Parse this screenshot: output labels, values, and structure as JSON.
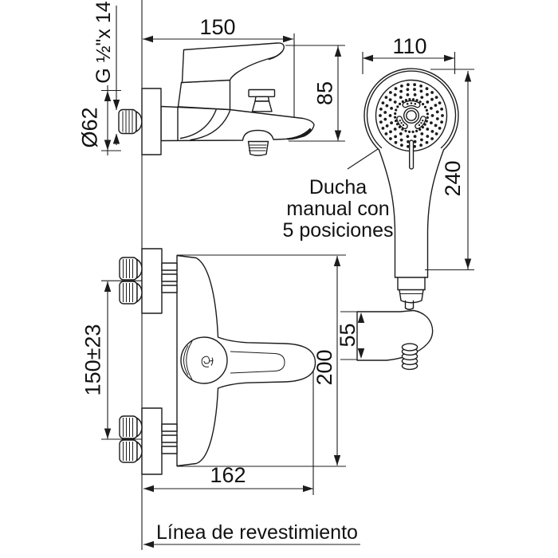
{
  "colors": {
    "line": "#1c1c1c",
    "background": "#ffffff",
    "text": "#111111"
  },
  "views": {
    "mixer_side": {
      "dim_width": "150",
      "dim_height": "85",
      "thread_label": "G ½\"x 14",
      "flange_diameter": "Ø62"
    },
    "hand_shower": {
      "dim_head_diameter": "110",
      "dim_length": "240",
      "dim_holder_height": "55",
      "note_line1": "Ducha",
      "note_line2": "manual con",
      "note_line3": "5 posiciones"
    },
    "mixer_front": {
      "dim_inlet_spacing": "150±23",
      "dim_height": "200",
      "dim_width": "162"
    }
  },
  "footer": {
    "finish_line_label": "Línea de revestimiento"
  }
}
